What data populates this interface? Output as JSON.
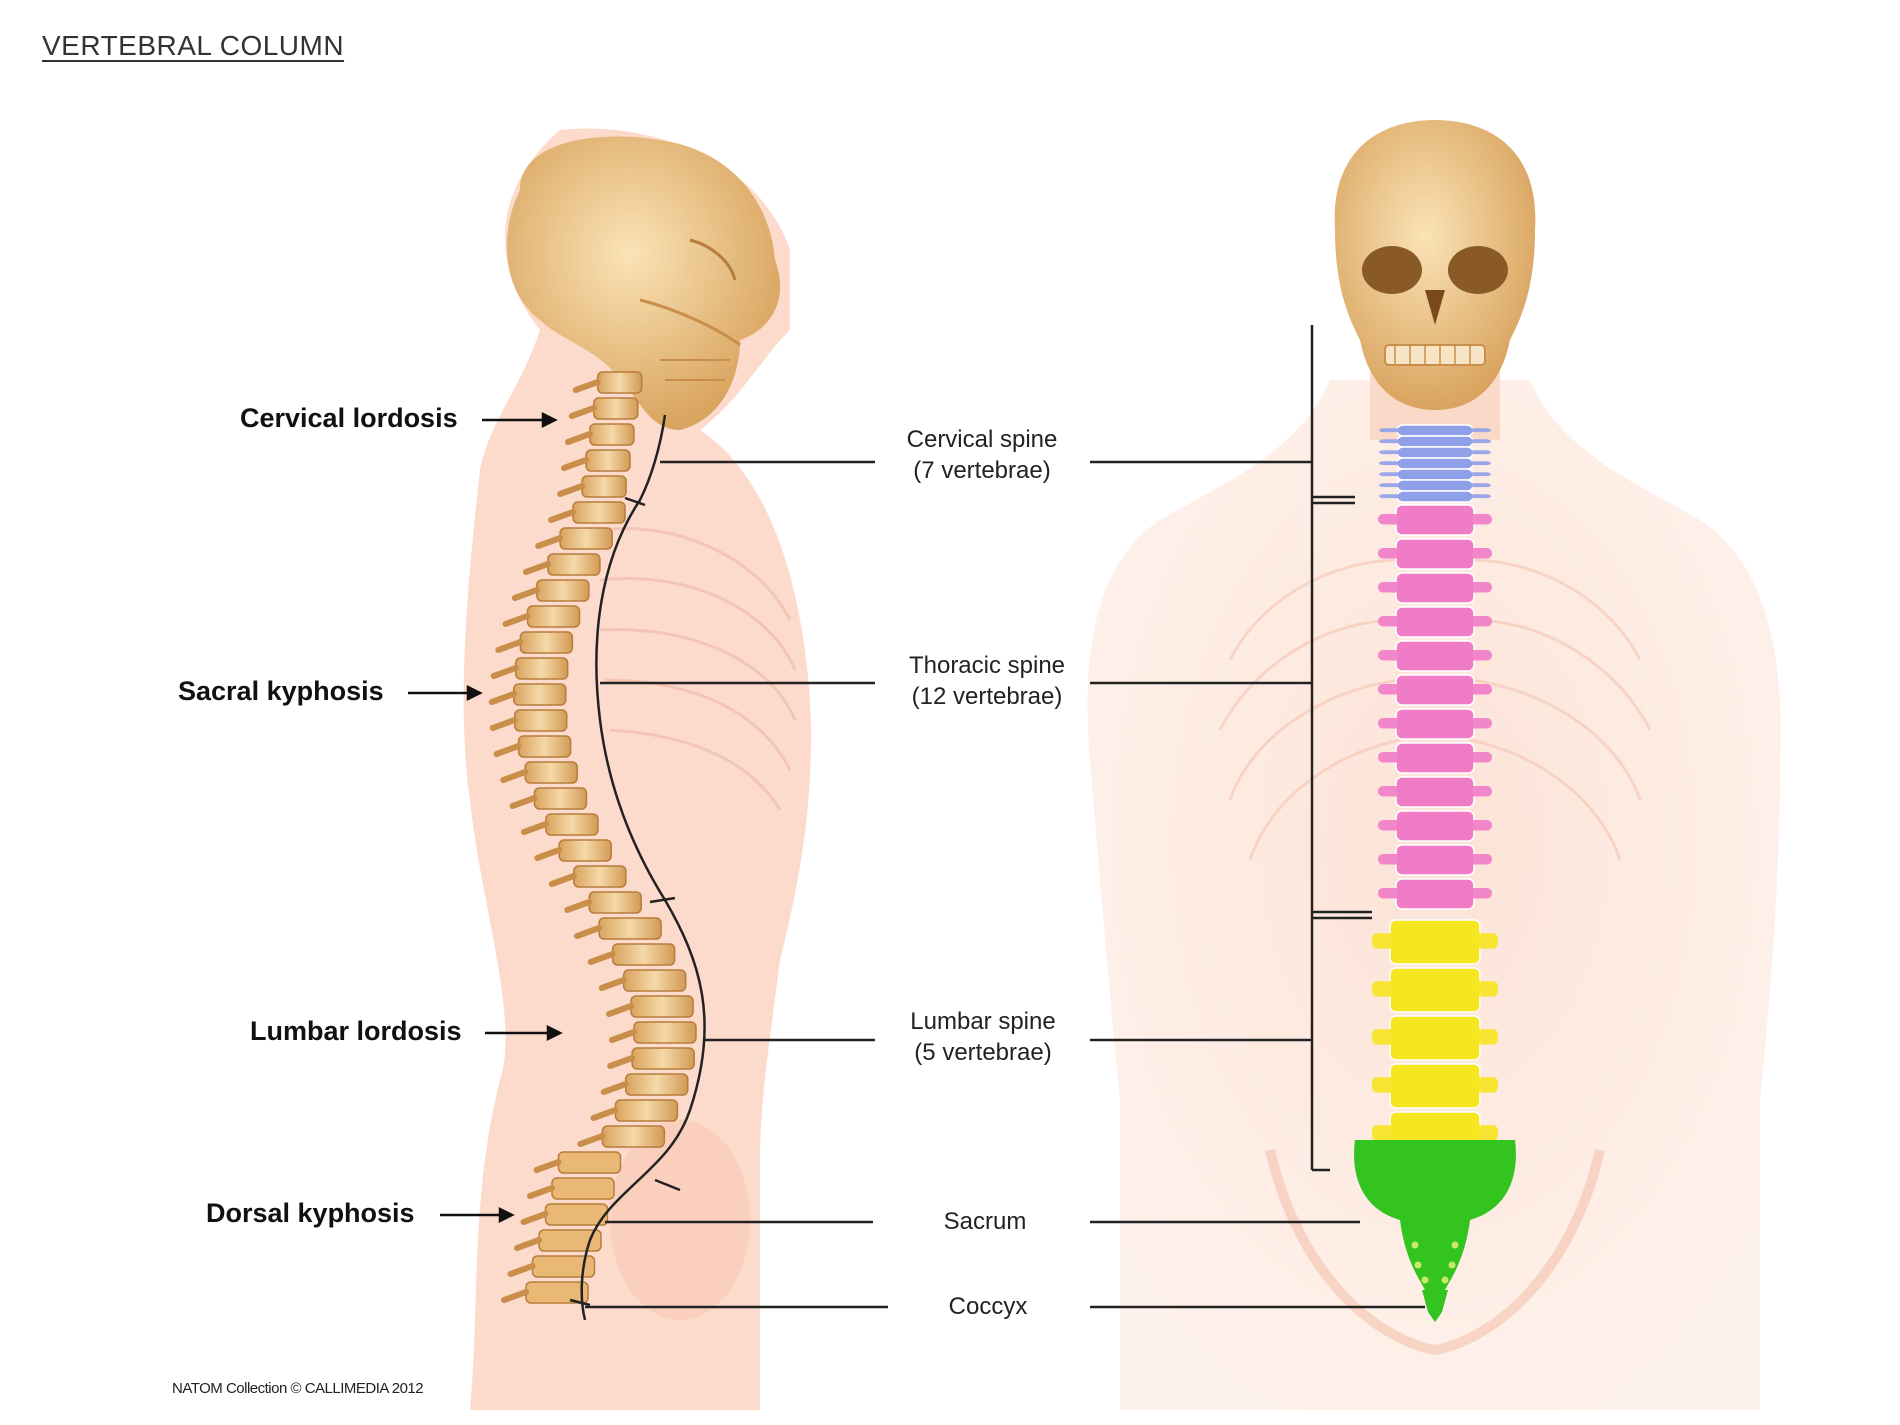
{
  "title": "VERTEBRAL COLUMN",
  "curvature_labels": [
    {
      "id": "cervical-lordosis",
      "text": "Cervical lordosis"
    },
    {
      "id": "sacral-kyphosis",
      "text": "Sacral kyphosis"
    },
    {
      "id": "lumbar-lordosis",
      "text": "Lumbar lordosis"
    },
    {
      "id": "dorsal-kyphosis",
      "text": "Dorsal kyphosis"
    }
  ],
  "region_labels": [
    {
      "id": "cervical-spine",
      "name": "Cervical spine",
      "count": "(7 vertebrae)",
      "color": "#8f9fe8"
    },
    {
      "id": "thoracic-spine",
      "name": "Thoracic spine",
      "count": "(12 vertebrae)",
      "color": "#f07cc8"
    },
    {
      "id": "lumbar-spine",
      "name": "Lumbar spine",
      "count": "(5 vertebrae)",
      "color": "#f5e620"
    },
    {
      "id": "sacrum",
      "name": "Sacrum",
      "count": "",
      "color": "#33c41f"
    },
    {
      "id": "coccyx",
      "name": "Coccyx",
      "count": "",
      "color": "#33c41f"
    }
  ],
  "credit": "NATOM Collection © CALLIMEDIA 2012",
  "colors": {
    "skin": "#fbd9c9",
    "bone": "#efc891",
    "bone_dark": "#c98f4a",
    "line": "#222222"
  }
}
